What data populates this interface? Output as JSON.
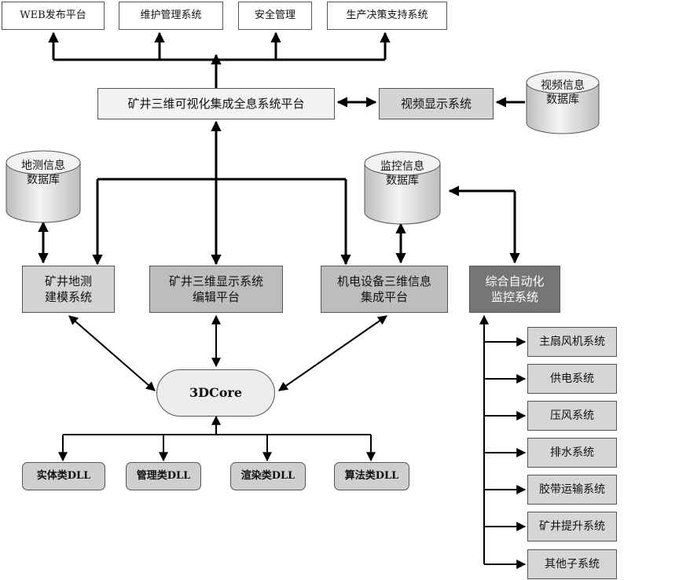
{
  "top_systems": [
    "WEB发布平台",
    "维护管理系统",
    "安全管理",
    "生产决策支持系统"
  ],
  "platform": "矿井三维可视化集成全息系统平台",
  "video_display": "视频显示系统",
  "databases": {
    "video": [
      "视频信息",
      "数据库"
    ],
    "survey": [
      "地测信息",
      "数据库"
    ],
    "monitor": [
      "监控信息",
      "数据库"
    ]
  },
  "mid_systems": {
    "survey_modeling": [
      "矿井地测",
      "建模系统"
    ],
    "display_editing": [
      "矿井三维显示系统",
      "编辑平台"
    ],
    "equipment": [
      "机电设备三维信息",
      "集成平台"
    ],
    "automation": [
      "综合自动化",
      "监控系统"
    ]
  },
  "core": "3DCore",
  "dlls": [
    "实体类DLL",
    "管理类DLL",
    "渲染类DLL",
    "算法类DLL"
  ],
  "subsystems": [
    "主扇风机系统",
    "供电系统",
    "压风系统",
    "排水系统",
    "胶带运输系统",
    "矿井提升系统",
    "其他子系统"
  ]
}
